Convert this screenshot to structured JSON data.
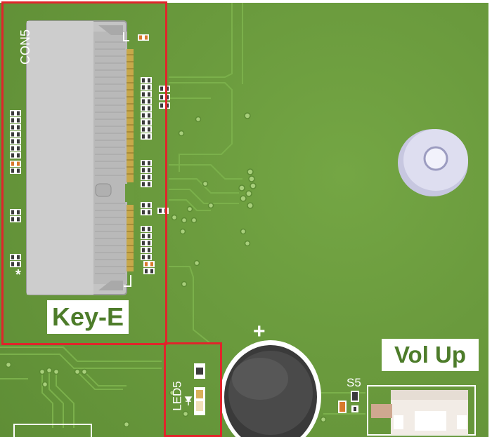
{
  "labels": {
    "con5": "CON5",
    "key_e": "Key-E",
    "vol_up": "Vol Up",
    "led5": "LED5",
    "s5": "S5",
    "plus": "+",
    "asterisk": "*"
  },
  "colors": {
    "pcb": "#6a9a3d",
    "trace": "#7fb050",
    "highlight": "#e0252b",
    "connector": "#c9c9c9",
    "silkscreen": "#ffffff"
  },
  "icons": {
    "led_symbol": "led-icon",
    "mount_hole": "mounting-hole-icon"
  }
}
